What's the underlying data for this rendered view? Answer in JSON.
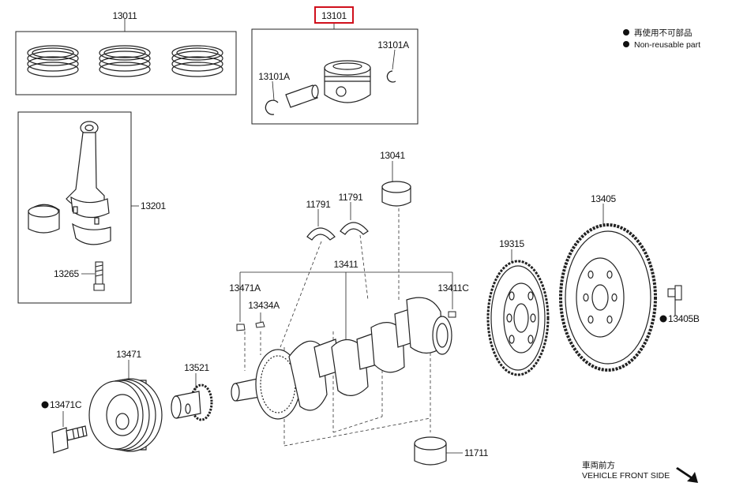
{
  "diagram": {
    "highlight_color": "#d0101c",
    "line_color": "#1a1a1a",
    "parts": {
      "p13011": "13011",
      "p13101": "13101",
      "p13101A_right": "13101A",
      "p13101A_left": "13101A",
      "p13201": "13201",
      "p13265": "13265",
      "p13041": "13041",
      "p11791_left": "11791",
      "p11791_right": "11791",
      "p13411": "13411",
      "p13471A": "13471A",
      "p13434A": "13434A",
      "p13411C": "13411C",
      "p19315": "19315",
      "p13405": "13405",
      "p13405B": "13405B",
      "p13471": "13471",
      "p13521": "13521",
      "p13471C": "13471C",
      "p11711": "11711"
    },
    "legend": {
      "line1": "再使用不可部品",
      "line2": "Non-reusable part"
    },
    "front": {
      "line1": "車両前方",
      "line2": "VEHICLE FRONT SIDE"
    }
  }
}
